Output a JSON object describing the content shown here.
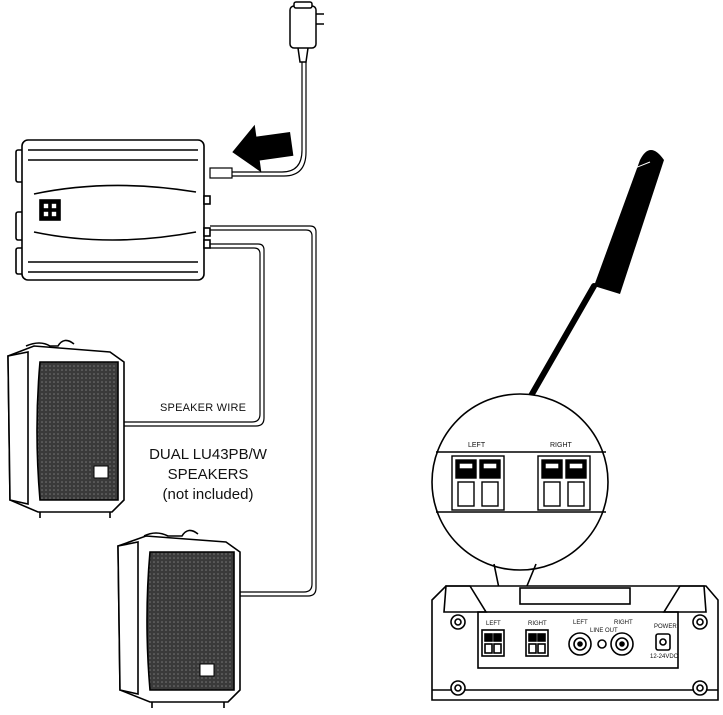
{
  "labels": {
    "speaker_wire": "SPEAKER WIRE",
    "caption": [
      "DUAL LU43PB/W",
      "SPEAKERS",
      "(not included)"
    ]
  },
  "zoom_panel": {
    "left_label": "LEFT",
    "right_label": "RIGHT"
  },
  "rear_panel": {
    "left_label": "LEFT",
    "right_label": "RIGHT",
    "out_left_label": "LEFT",
    "line_out_label": "LINE OUT",
    "out_right_label": "RIGHT",
    "power_label": "POWER",
    "power_spec": "12-24VDC"
  },
  "colors": {
    "line": "#000000",
    "grille": "#3a3a3a",
    "background": "#ffffff"
  },
  "icons": [
    "power-adapter-icon",
    "arrow-icon",
    "amplifier-icon",
    "speaker-icon",
    "screwdriver-icon",
    "terminal-block-icon"
  ]
}
